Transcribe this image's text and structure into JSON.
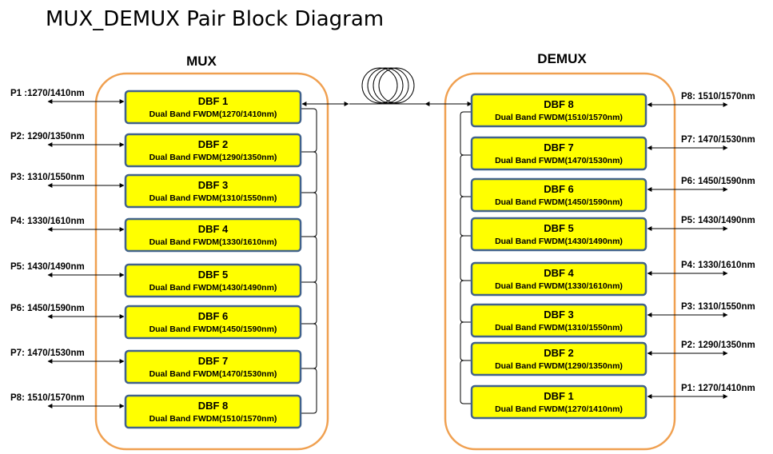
{
  "title": "MUX_DEMUX Pair Block Diagram",
  "mux": {
    "label": "MUX",
    "blocks": [
      {
        "name": "DBF 1",
        "desc": "Dual Band FWDM(1270/1410nm)",
        "port": "P1 :1270/1410nm"
      },
      {
        "name": "DBF 2",
        "desc": "Dual Band FWDM(1290/1350nm)",
        "port": "P2: 1290/1350nm"
      },
      {
        "name": "DBF 3",
        "desc": "Dual Band FWDM(1310/1550nm)",
        "port": "P3: 1310/1550nm"
      },
      {
        "name": "DBF 4",
        "desc": "Dual Band FWDM(1330/1610nm)",
        "port": "P4: 1330/1610nm"
      },
      {
        "name": "DBF 5",
        "desc": "Dual Band FWDM(1430/1490nm)",
        "port": "P5: 1430/1490nm"
      },
      {
        "name": "DBF 6",
        "desc": "Dual Band FWDM(1450/1590nm)",
        "port": "P6: 1450/1590nm"
      },
      {
        "name": "DBF 7",
        "desc": "Dual Band FWDM(1470/1530nm)",
        "port": "P7: 1470/1530nm"
      },
      {
        "name": "DBF 8",
        "desc": "Dual Band FWDM(1510/1570nm)",
        "port": "P8: 1510/1570nm"
      }
    ]
  },
  "demux": {
    "label": "DEMUX",
    "blocks": [
      {
        "name": "DBF 8",
        "desc": "Dual Band FWDM(1510/1570nm)",
        "port": "P8: 1510/1570nm"
      },
      {
        "name": "DBF 7",
        "desc": "Dual Band FWDM(1470/1530nm)",
        "port": "P7: 1470/1530nm"
      },
      {
        "name": "DBF 6",
        "desc": "Dual Band FWDM(1450/1590nm)",
        "port": "P6: 1450/1590nm"
      },
      {
        "name": "DBF 5",
        "desc": "Dual Band FWDM(1430/1490nm)",
        "port": "P5: 1430/1490nm"
      },
      {
        "name": "DBF 4",
        "desc": "Dual Band FWDM(1330/1610nm)",
        "port": "P4: 1330/1610nm"
      },
      {
        "name": "DBF 3",
        "desc": "Dual Band FWDM(1310/1550nm)",
        "port": "P3: 1310/1550nm"
      },
      {
        "name": "DBF 2",
        "desc": "Dual Band FWDM(1290/1350nm)",
        "port": "P2: 1290/1350nm"
      },
      {
        "name": "DBF 1",
        "desc": "Dual Band FWDM(1270/1410nm)",
        "port": "P1: 1270/1410nm"
      }
    ]
  },
  "icons": {
    "fiber": "fiber-spool-icon"
  },
  "colors": {
    "block_fill": "#ffff00",
    "block_border": "#41628c",
    "group_border": "#f0a050",
    "line": "#000000"
  }
}
